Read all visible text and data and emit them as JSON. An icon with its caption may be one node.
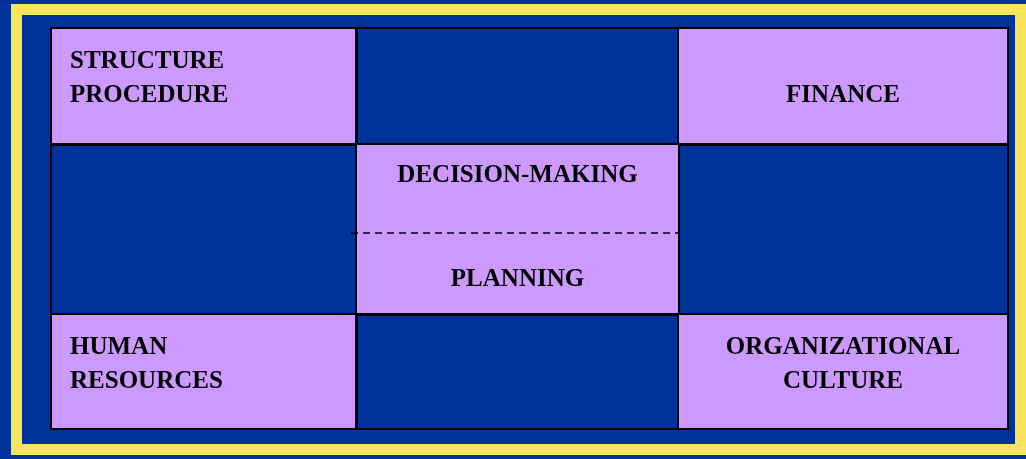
{
  "diagram": {
    "nodes": [
      {
        "text": [
          "STRUCTURE PROCEDURE"
        ]
      },
      {
        "text": [
          "FINANCE"
        ]
      },
      {
        "text": [
          "DECISION-MAKING",
          "PLANNING"
        ]
      },
      {
        "text": [
          "HUMAN RESOURCES"
        ]
      },
      {
        "text": [
          "ORGANIZATIONAL CULTURE"
        ]
      }
    ]
  }
}
